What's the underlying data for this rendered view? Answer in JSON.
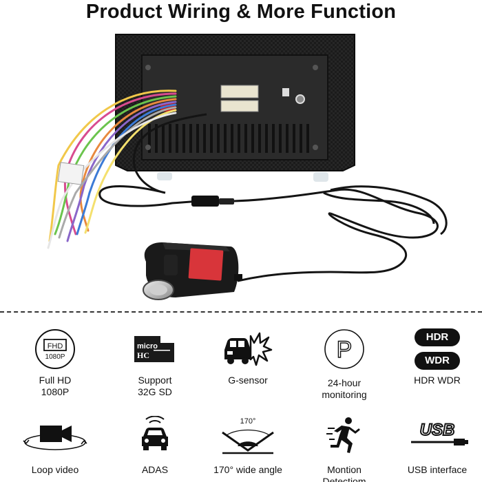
{
  "title": "Product Wiring & More Function",
  "features": [
    {
      "label": "Full HD 1080P",
      "line1": "Full HD",
      "line2": "1080P",
      "icon": "fhd-1080p-icon",
      "icon_text_top": "FHD",
      "icon_text_bottom": "1080P"
    },
    {
      "label": "Support 32G SD",
      "line1": "Support",
      "line2": "32G SD",
      "icon": "micro-sd-card-icon",
      "icon_text_top": "micro",
      "icon_text_bottom": "HC"
    },
    {
      "label": "G-sensor",
      "line1": "G-sensor",
      "line2": "",
      "icon": "car-crash-icon"
    },
    {
      "label": "24-hour monitoring",
      "line1": "24-hour",
      "line2": "monitoring",
      "icon": "parking-p-icon",
      "icon_text": "P"
    },
    {
      "label": "HDR WDR",
      "line1": "HDR WDR",
      "line2": "",
      "icon": "hdr-wdr-icon",
      "pill1": "HDR",
      "pill2": "WDR"
    },
    {
      "label": "Loop video",
      "line1": "Loop video",
      "line2": "",
      "icon": "loop-video-camera-icon"
    },
    {
      "label": "ADAS",
      "line1": "ADAS",
      "line2": "",
      "icon": "car-radar-icon"
    },
    {
      "label": "170° wide angle",
      "line1": "170° wide angle",
      "line2": "",
      "icon": "wide-angle-icon",
      "angle_text": "170°"
    },
    {
      "label": "Montion Detectiom",
      "line1": "Montion",
      "line2": "Detectiom",
      "icon": "running-man-icon"
    },
    {
      "label": "USB interface",
      "line1": "USB interface",
      "line2": "",
      "icon": "usb-icon",
      "usb_text": "USB"
    }
  ]
}
